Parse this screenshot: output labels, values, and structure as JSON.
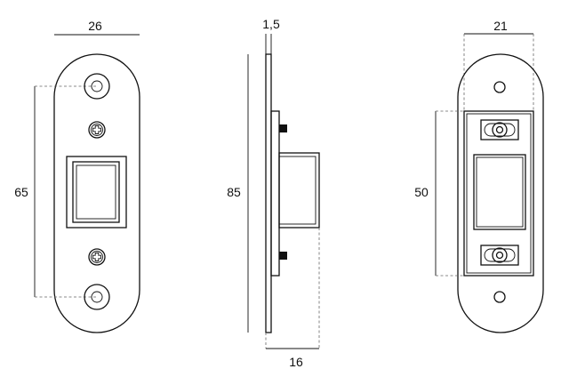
{
  "dimensions": {
    "front_width": "26",
    "front_hole_spacing": "65",
    "side_thickness": "1,5",
    "side_height": "85",
    "side_depth": "16",
    "back_width": "21",
    "back_hole_spacing": "50"
  },
  "colors": {
    "line": "#111111",
    "dash": "#666666",
    "background": "#ffffff"
  }
}
